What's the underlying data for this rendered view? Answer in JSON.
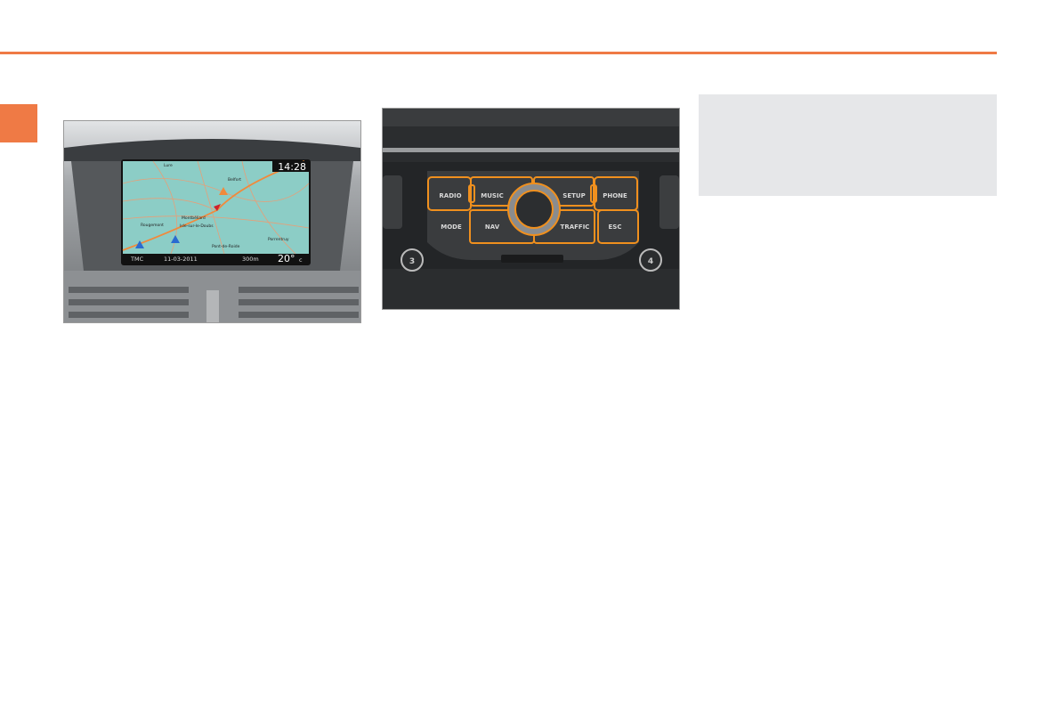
{
  "nav_screen": {
    "clock": "14:28",
    "status_bar": {
      "signal_label": "TMC",
      "date": "11-03-2011",
      "scale": "300m",
      "temperature": "20°",
      "temperature_unit": "c"
    },
    "map_places": [
      "Lure",
      "Belfort",
      "Montbéliard",
      "Rougemont",
      "Isle-sur-le-Doubs",
      "Pont-de-Roide",
      "Porrentruy"
    ]
  },
  "control_panel": {
    "buttons": [
      "RADIO",
      "MUSIC",
      "SETUP",
      "PHONE",
      "MODE",
      "NAV",
      "TRAFFIC",
      "ESC"
    ],
    "preset_left": "3",
    "preset_right": "4",
    "highlight_color": "#f0901e"
  },
  "colors": {
    "accent": "#ef7a45",
    "note_bg": "#e6e7e9"
  }
}
